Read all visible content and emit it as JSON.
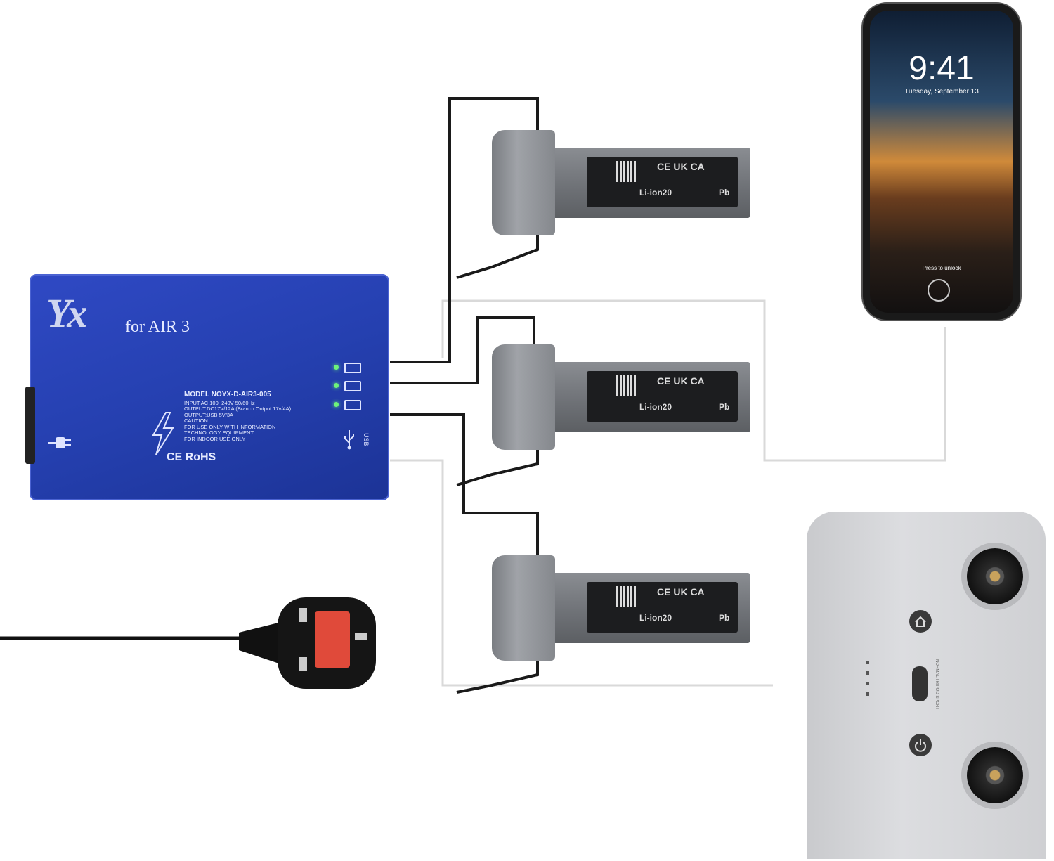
{
  "charger": {
    "logo": "Yx",
    "product": "for AIR 3",
    "model": "MODEL NOYX-D-AIR3-005",
    "specs": [
      "INPUT:AC 100~240V 50/60Hz",
      "OUTPUT:DC17V/12A (Branch Output 17v/4A)",
      "OUTPUT:USB 5V/3A",
      "CAUTION:",
      "FOR USE ONLY WITH INFORMATION",
      "TECHNOLOGY EQUIPMENT",
      "FOR INDOOR USE ONLY"
    ],
    "certifications": "CE RoHS",
    "usb_label": "USB",
    "led_color": "#6ef27a",
    "body_color": "#2540b0"
  },
  "batteries": [
    {
      "chem": "Li-ion20",
      "marks": "CE UK CA",
      "pb": "Pb"
    },
    {
      "chem": "Li-ion20",
      "marks": "CE UK CA",
      "pb": "Pb"
    },
    {
      "chem": "Li-ion20",
      "marks": "CE UK CA",
      "pb": "Pb"
    }
  ],
  "phone": {
    "time": "9:41",
    "date": "Tuesday, September 13",
    "unlock": "Press to unlock"
  },
  "controller": {
    "mode_switch": "NORMAL TRIPOD SPORT"
  }
}
